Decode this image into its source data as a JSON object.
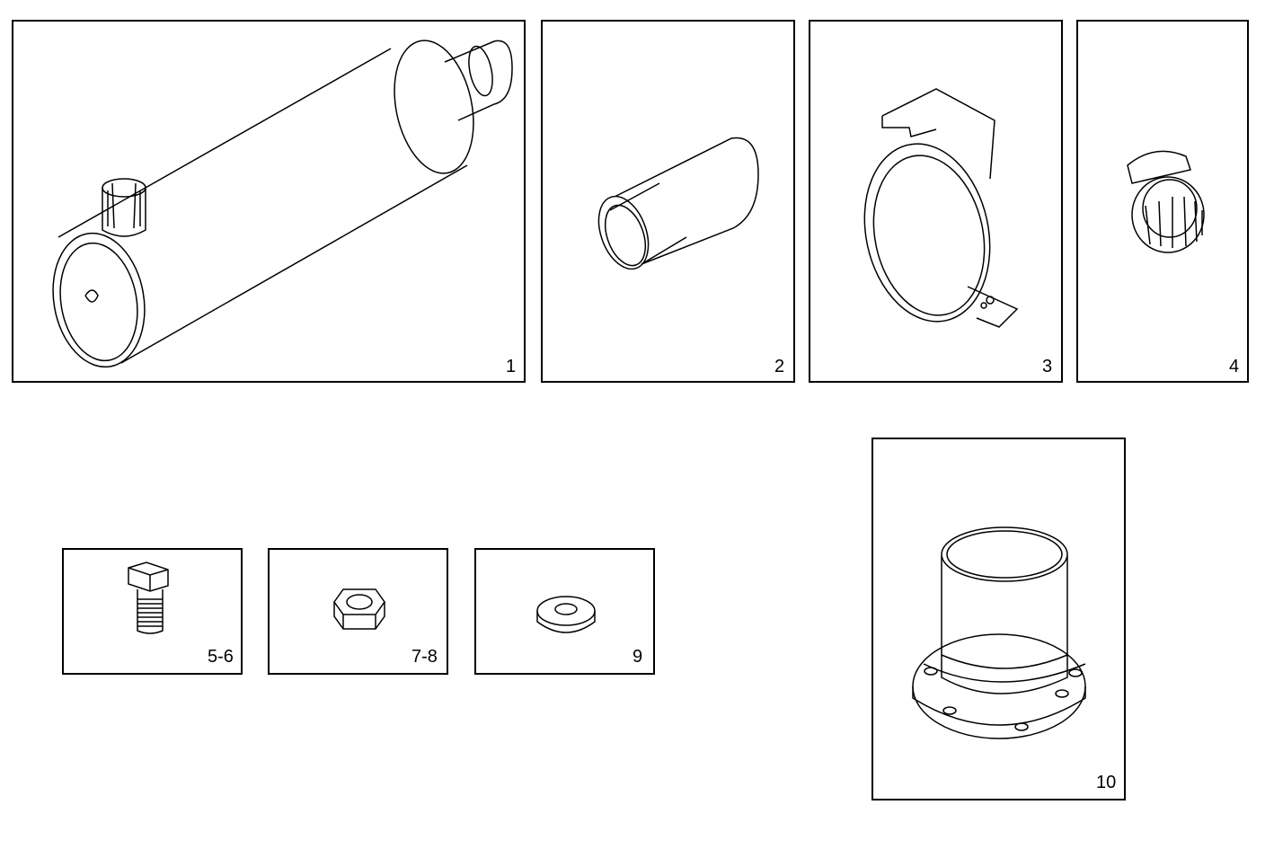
{
  "parts": [
    {
      "id": "muffler",
      "number": "1",
      "icon": "muffler-icon"
    },
    {
      "id": "pipe-connector",
      "number": "2",
      "icon": "pipe-connector-icon"
    },
    {
      "id": "mounting-clamp",
      "number": "3",
      "icon": "mounting-clamp-icon"
    },
    {
      "id": "hose-clamp",
      "number": "4",
      "icon": "hose-clamp-icon"
    },
    {
      "id": "bolt",
      "number": "5-6",
      "icon": "bolt-icon"
    },
    {
      "id": "nut",
      "number": "7-8",
      "icon": "nut-icon"
    },
    {
      "id": "washer",
      "number": "9",
      "icon": "washer-icon"
    },
    {
      "id": "flange-pipe",
      "number": "10",
      "icon": "flange-pipe-icon"
    }
  ]
}
